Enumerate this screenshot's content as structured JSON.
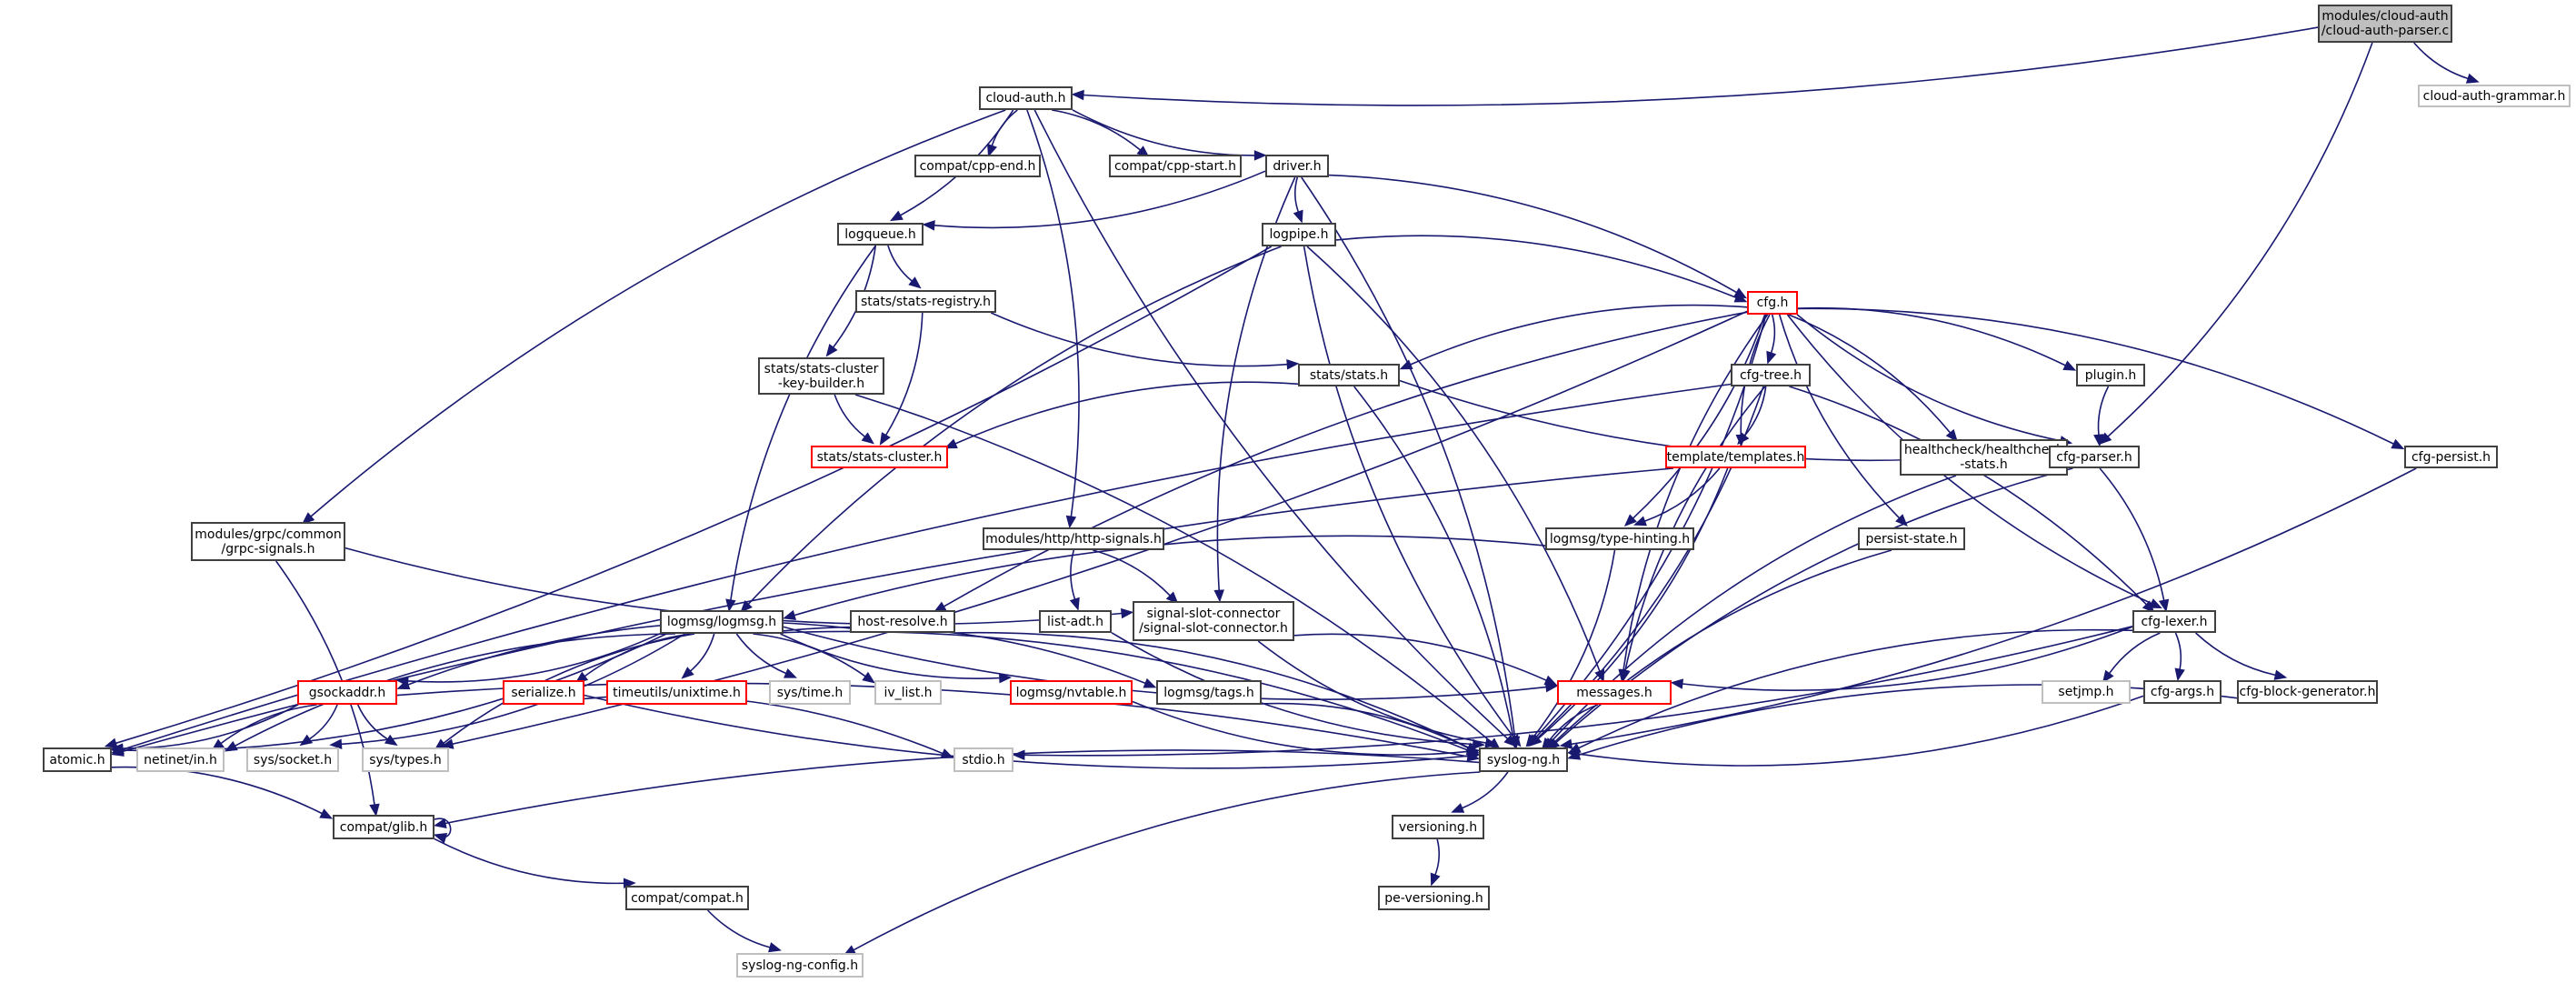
{
  "diagram": {
    "title": "Include dependency graph for modules/cloud-auth/cloud-auth-parser.c",
    "colors": {
      "edge": "#191970",
      "node_border": "#404040",
      "missing_border": "#bfbfbf",
      "truncated_border": "#ff0000",
      "root_fill": "#bfbfbf"
    },
    "nodes": [
      {
        "id": "root",
        "label": "modules/cloud-auth\n/cloud-auth-parser.c",
        "style": "root"
      },
      {
        "id": "cloud_auth_h",
        "label": "cloud-auth.h",
        "style": "normal"
      },
      {
        "id": "cloud_auth_grammar_h",
        "label": "cloud-auth-grammar.h",
        "style": "grey"
      },
      {
        "id": "cpp_end",
        "label": "compat/cpp-end.h",
        "style": "normal"
      },
      {
        "id": "cpp_start",
        "label": "compat/cpp-start.h",
        "style": "normal"
      },
      {
        "id": "driver_h",
        "label": "driver.h",
        "style": "normal"
      },
      {
        "id": "logqueue_h",
        "label": "logqueue.h",
        "style": "normal"
      },
      {
        "id": "logpipe_h",
        "label": "logpipe.h",
        "style": "normal"
      },
      {
        "id": "stats_registry",
        "label": "stats/stats-registry.h",
        "style": "normal"
      },
      {
        "id": "cfg_h",
        "label": "cfg.h",
        "style": "red"
      },
      {
        "id": "stats_ckb",
        "label": "stats/stats-cluster\n-key-builder.h",
        "style": "normal"
      },
      {
        "id": "stats_h",
        "label": "stats/stats.h",
        "style": "normal"
      },
      {
        "id": "cfg_tree",
        "label": "cfg-tree.h",
        "style": "normal"
      },
      {
        "id": "plugin_h",
        "label": "plugin.h",
        "style": "normal"
      },
      {
        "id": "stats_cluster",
        "label": "stats/stats-cluster.h",
        "style": "red"
      },
      {
        "id": "templates_h",
        "label": "template/templates.h",
        "style": "red"
      },
      {
        "id": "healthcheck",
        "label": "healthcheck/healthcheck\n-stats.h",
        "style": "normal"
      },
      {
        "id": "cfg_parser",
        "label": "cfg-parser.h",
        "style": "normal"
      },
      {
        "id": "cfg_persist",
        "label": "cfg-persist.h",
        "style": "normal"
      },
      {
        "id": "grpc_signals",
        "label": "modules/grpc/common\n/grpc-signals.h",
        "style": "normal"
      },
      {
        "id": "http_signals",
        "label": "modules/http/http-signals.h",
        "style": "normal"
      },
      {
        "id": "type_hinting",
        "label": "logmsg/type-hinting.h",
        "style": "normal"
      },
      {
        "id": "persist_state",
        "label": "persist-state.h",
        "style": "normal"
      },
      {
        "id": "logmsg_h",
        "label": "logmsg/logmsg.h",
        "style": "normal"
      },
      {
        "id": "host_resolve",
        "label": "host-resolve.h",
        "style": "normal"
      },
      {
        "id": "list_adt",
        "label": "list-adt.h",
        "style": "normal"
      },
      {
        "id": "ssc",
        "label": "signal-slot-connector\n/signal-slot-connector.h",
        "style": "normal"
      },
      {
        "id": "cfg_lexer",
        "label": "cfg-lexer.h",
        "style": "normal"
      },
      {
        "id": "gsockaddr",
        "label": "gsockaddr.h",
        "style": "red"
      },
      {
        "id": "serialize",
        "label": "serialize.h",
        "style": "red"
      },
      {
        "id": "unixtime",
        "label": "timeutils/unixtime.h",
        "style": "red"
      },
      {
        "id": "sys_time",
        "label": "sys/time.h",
        "style": "grey"
      },
      {
        "id": "iv_list",
        "label": "iv_list.h",
        "style": "grey"
      },
      {
        "id": "nvtable",
        "label": "logmsg/nvtable.h",
        "style": "red"
      },
      {
        "id": "tags_h",
        "label": "logmsg/tags.h",
        "style": "normal"
      },
      {
        "id": "messages_h",
        "label": "messages.h",
        "style": "red"
      },
      {
        "id": "setjmp",
        "label": "setjmp.h",
        "style": "grey"
      },
      {
        "id": "cfg_args",
        "label": "cfg-args.h",
        "style": "normal"
      },
      {
        "id": "cfg_blockgen",
        "label": "cfg-block-generator.h",
        "style": "normal"
      },
      {
        "id": "atomic_h",
        "label": "atomic.h",
        "style": "normal"
      },
      {
        "id": "netinet_in",
        "label": "netinet/in.h",
        "style": "grey"
      },
      {
        "id": "sys_socket",
        "label": "sys/socket.h",
        "style": "grey"
      },
      {
        "id": "sys_types",
        "label": "sys/types.h",
        "style": "grey"
      },
      {
        "id": "stdio_h",
        "label": "stdio.h",
        "style": "grey"
      },
      {
        "id": "syslog_ng_h",
        "label": "syslog-ng.h",
        "style": "normal"
      },
      {
        "id": "glib_h",
        "label": "compat/glib.h",
        "style": "normal"
      },
      {
        "id": "versioning",
        "label": "versioning.h",
        "style": "normal"
      },
      {
        "id": "compat_h",
        "label": "compat/compat.h",
        "style": "normal"
      },
      {
        "id": "pe_versioning",
        "label": "pe-versioning.h",
        "style": "normal"
      },
      {
        "id": "syslog_ng_config",
        "label": "syslog-ng-config.h",
        "style": "grey"
      }
    ],
    "edges": [
      [
        "root",
        "cloud_auth_h"
      ],
      [
        "root",
        "cloud_auth_grammar_h"
      ],
      [
        "root",
        "cfg_parser"
      ],
      [
        "cloud_auth_h",
        "cpp_end"
      ],
      [
        "cloud_auth_h",
        "cpp_start"
      ],
      [
        "cloud_auth_h",
        "driver_h"
      ],
      [
        "cloud_auth_h",
        "logqueue_h"
      ],
      [
        "cloud_auth_h",
        "grpc_signals"
      ],
      [
        "cloud_auth_h",
        "http_signals"
      ],
      [
        "cloud_auth_h",
        "syslog_ng_h"
      ],
      [
        "driver_h",
        "logqueue_h"
      ],
      [
        "driver_h",
        "logpipe_h"
      ],
      [
        "driver_h",
        "cfg_h"
      ],
      [
        "driver_h",
        "ssc"
      ],
      [
        "driver_h",
        "syslog_ng_h"
      ],
      [
        "logqueue_h",
        "stats_registry"
      ],
      [
        "logqueue_h",
        "stats_ckb"
      ],
      [
        "logqueue_h",
        "logmsg_h"
      ],
      [
        "logpipe_h",
        "cfg_h"
      ],
      [
        "logpipe_h",
        "logmsg_h"
      ],
      [
        "logpipe_h",
        "messages_h"
      ],
      [
        "logpipe_h",
        "syslog_ng_h"
      ],
      [
        "logpipe_h",
        "atomic_h"
      ],
      [
        "stats_registry",
        "stats_h"
      ],
      [
        "stats_registry",
        "stats_cluster"
      ],
      [
        "stats_ckb",
        "stats_cluster"
      ],
      [
        "stats_ckb",
        "syslog_ng_h"
      ],
      [
        "cfg_h",
        "stats_h"
      ],
      [
        "cfg_h",
        "cfg_tree"
      ],
      [
        "cfg_h",
        "templates_h"
      ],
      [
        "cfg_h",
        "healthcheck"
      ],
      [
        "cfg_h",
        "persist_state"
      ],
      [
        "cfg_h",
        "plugin_h"
      ],
      [
        "cfg_h",
        "cfg_parser"
      ],
      [
        "cfg_h",
        "cfg_persist"
      ],
      [
        "cfg_h",
        "cfg_lexer"
      ],
      [
        "cfg_h",
        "type_hinting"
      ],
      [
        "cfg_h",
        "host_resolve"
      ],
      [
        "cfg_h",
        "sys_types"
      ],
      [
        "cfg_h",
        "messages_h"
      ],
      [
        "cfg_h",
        "syslog_ng_h"
      ],
      [
        "stats_h",
        "stats_cluster"
      ],
      [
        "stats_h",
        "syslog_ng_h"
      ],
      [
        "stats_h",
        "cfg_parser"
      ],
      [
        "cfg_tree",
        "templates_h"
      ],
      [
        "cfg_tree",
        "messages_h"
      ],
      [
        "cfg_tree",
        "cfg_lexer"
      ],
      [
        "cfg_tree",
        "atomic_h"
      ],
      [
        "cfg_tree",
        "syslog_ng_h"
      ],
      [
        "plugin_h",
        "cfg_parser"
      ],
      [
        "templates_h",
        "type_hinting"
      ],
      [
        "templates_h",
        "atomic_h"
      ],
      [
        "templates_h",
        "syslog_ng_h"
      ],
      [
        "healthcheck",
        "syslog_ng_h"
      ],
      [
        "cfg_parser",
        "cfg_lexer"
      ],
      [
        "cfg_parser",
        "syslog_ng_h"
      ],
      [
        "cfg_persist",
        "syslog_ng_h"
      ],
      [
        "grpc_signals",
        "ssc"
      ],
      [
        "grpc_signals",
        "glib_h"
      ],
      [
        "http_signals",
        "list_adt"
      ],
      [
        "http_signals",
        "ssc"
      ],
      [
        "type_hinting",
        "logmsg_h"
      ],
      [
        "type_hinting",
        "syslog_ng_h"
      ],
      [
        "persist_state",
        "syslog_ng_h"
      ],
      [
        "logmsg_h",
        "gsockaddr"
      ],
      [
        "logmsg_h",
        "serialize"
      ],
      [
        "logmsg_h",
        "unixtime"
      ],
      [
        "logmsg_h",
        "sys_time"
      ],
      [
        "logmsg_h",
        "iv_list"
      ],
      [
        "logmsg_h",
        "nvtable"
      ],
      [
        "logmsg_h",
        "tags_h"
      ],
      [
        "logmsg_h",
        "messages_h"
      ],
      [
        "logmsg_h",
        "atomic_h"
      ],
      [
        "logmsg_h",
        "netinet_in"
      ],
      [
        "logmsg_h",
        "sys_socket"
      ],
      [
        "logmsg_h",
        "sys_types"
      ],
      [
        "logmsg_h",
        "syslog_ng_h"
      ],
      [
        "host_resolve",
        "gsockaddr"
      ],
      [
        "host_resolve",
        "syslog_ng_h"
      ],
      [
        "list_adt",
        "syslog_ng_h"
      ],
      [
        "ssc",
        "messages_h"
      ],
      [
        "ssc",
        "syslog_ng_h"
      ],
      [
        "cfg_lexer",
        "messages_h"
      ],
      [
        "cfg_lexer",
        "setjmp"
      ],
      [
        "cfg_lexer",
        "cfg_args"
      ],
      [
        "cfg_lexer",
        "cfg_blockgen"
      ],
      [
        "cfg_lexer",
        "stdio_h"
      ],
      [
        "cfg_lexer",
        "syslog_ng_h"
      ],
      [
        "gsockaddr",
        "atomic_h"
      ],
      [
        "gsockaddr",
        "netinet_in"
      ],
      [
        "gsockaddr",
        "sys_socket"
      ],
      [
        "gsockaddr",
        "sys_types"
      ],
      [
        "gsockaddr",
        "syslog_ng_h"
      ],
      [
        "serialize",
        "syslog_ng_h"
      ],
      [
        "serialize",
        "stdio_h"
      ],
      [
        "nvtable",
        "syslog_ng_h"
      ],
      [
        "tags_h",
        "syslog_ng_h"
      ],
      [
        "messages_h",
        "syslog_ng_h"
      ],
      [
        "cfg_args",
        "syslog_ng_h"
      ],
      [
        "cfg_blockgen",
        "syslog_ng_h"
      ],
      [
        "atomic_h",
        "glib_h"
      ],
      [
        "syslog_ng_h",
        "glib_h"
      ],
      [
        "syslog_ng_h",
        "versioning"
      ],
      [
        "syslog_ng_h",
        "syslog_ng_config"
      ],
      [
        "glib_h",
        "glib_h"
      ],
      [
        "glib_h",
        "compat_h"
      ],
      [
        "versioning",
        "pe_versioning"
      ],
      [
        "compat_h",
        "syslog_ng_config"
      ]
    ]
  }
}
